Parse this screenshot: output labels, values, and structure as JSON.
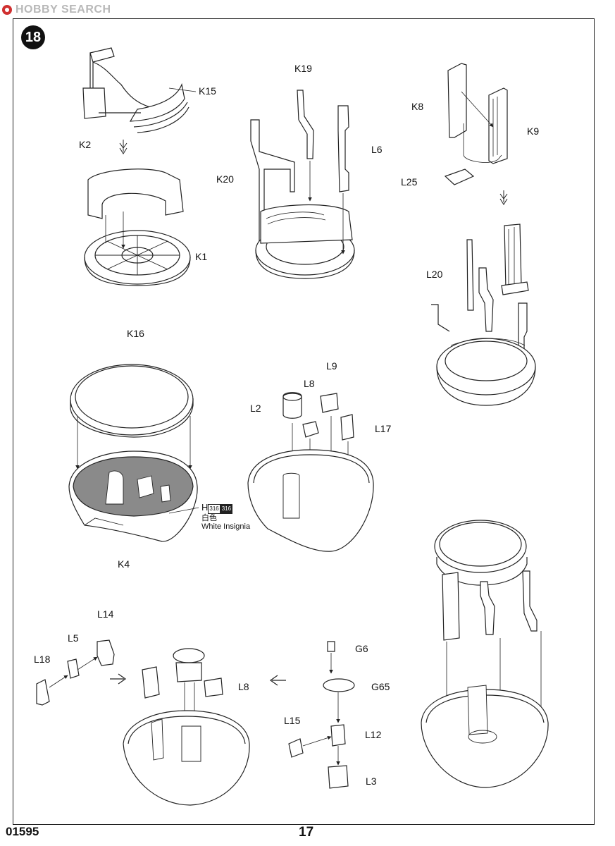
{
  "watermark": {
    "brand": "HOBBY SEARCH"
  },
  "step": {
    "number": "18"
  },
  "footer": {
    "product_code": "01595",
    "page_number": "17"
  },
  "paint": {
    "code_letter": "H",
    "chip1": "316",
    "chip2": "316",
    "name_cn": "白色",
    "name_en": "White Insignia"
  },
  "parts": {
    "K15": "K15",
    "K2": "K2",
    "K1": "K1",
    "K19": "K19",
    "L6": "L6",
    "K20": "K20",
    "K8": "K8",
    "K9": "K9",
    "L25": "L25",
    "L20": "L20",
    "K16": "K16",
    "K4": "K4",
    "L9": "L9",
    "L8a": "L8",
    "L2": "L2",
    "L17": "L17",
    "L14": "L14",
    "L5": "L5",
    "L18": "L18",
    "L8b": "L8",
    "G6": "G6",
    "G65": "G65",
    "L15": "L15",
    "L12": "L12",
    "L3": "L3"
  },
  "colors": {
    "line": "#222222",
    "interior_shade": "#8a8a8a",
    "watermark": "#b8b8b8",
    "logo_red": "#d03030"
  }
}
